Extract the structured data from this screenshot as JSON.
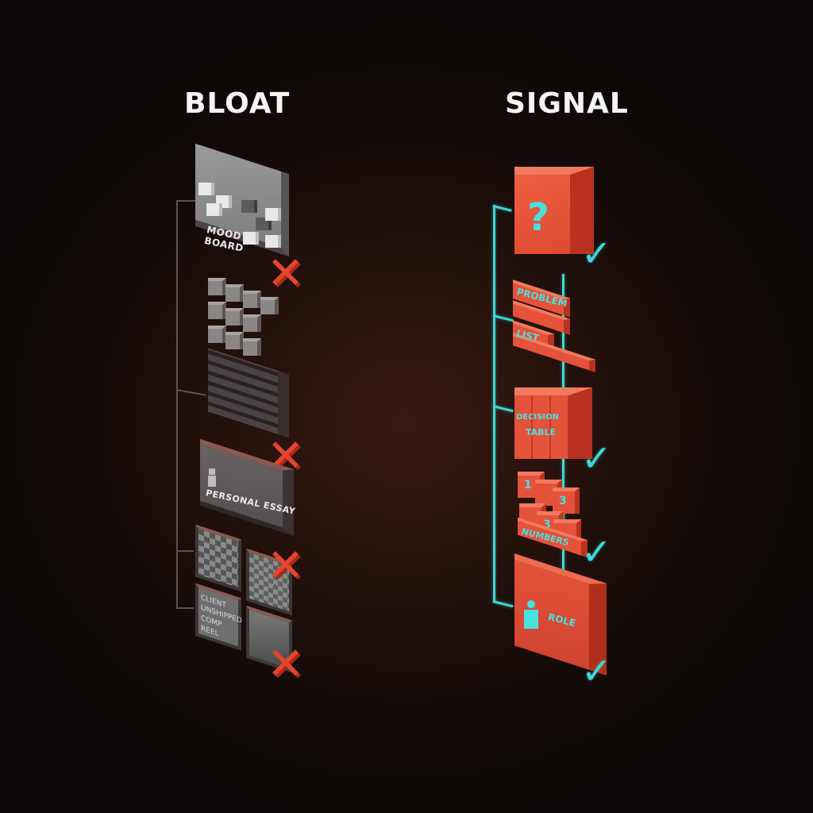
{
  "titles": {
    "left": "BLOAT",
    "right": "SIGNAL"
  },
  "colors": {
    "background": "#1a0e0a",
    "title": "#f4f4f4",
    "reject_mark": "#e5452d",
    "signal_block": "#e5523a",
    "signal_accent": "#3fd6d6",
    "bloat_block": "#8a8686"
  },
  "bloat": {
    "items": [
      {
        "label": "MOOD BOARD",
        "status": "rejected",
        "icon": "x-icon"
      },
      {
        "label": "",
        "type": "loose-cubes"
      },
      {
        "label": "",
        "type": "dense-grid",
        "status": "rejected",
        "icon": "x-icon"
      },
      {
        "label": "PERSONAL ESSAY",
        "status": "none",
        "icon": "person-icon"
      },
      {
        "label": "",
        "type": "image-frames",
        "status": "rejected",
        "icon": "x-icon"
      },
      {
        "label": "CLIENT UNSHIPPED COMP REEL",
        "type": "image-frames",
        "status": "rejected",
        "icon": "x-icon"
      }
    ]
  },
  "signal": {
    "items": [
      {
        "label": "?",
        "type": "question-cube",
        "status": "approved",
        "icon": "check-icon"
      },
      {
        "label_line1": "PROBLEM",
        "label_line2": "LIST",
        "type": "stacked-bars"
      },
      {
        "label_line1": "DECISION",
        "label_line2": "TABLE",
        "type": "grid-cube",
        "status": "approved",
        "icon": "check-icon"
      },
      {
        "label": "NUMBERS",
        "digits": [
          "1",
          "3",
          "3"
        ],
        "type": "number-blocks",
        "status": "approved",
        "icon": "check-icon"
      },
      {
        "label": "ROLE",
        "type": "role-box",
        "status": "approved",
        "icon": "check-icon"
      }
    ]
  },
  "glyphs": {
    "x": "✕",
    "check": "✓"
  }
}
